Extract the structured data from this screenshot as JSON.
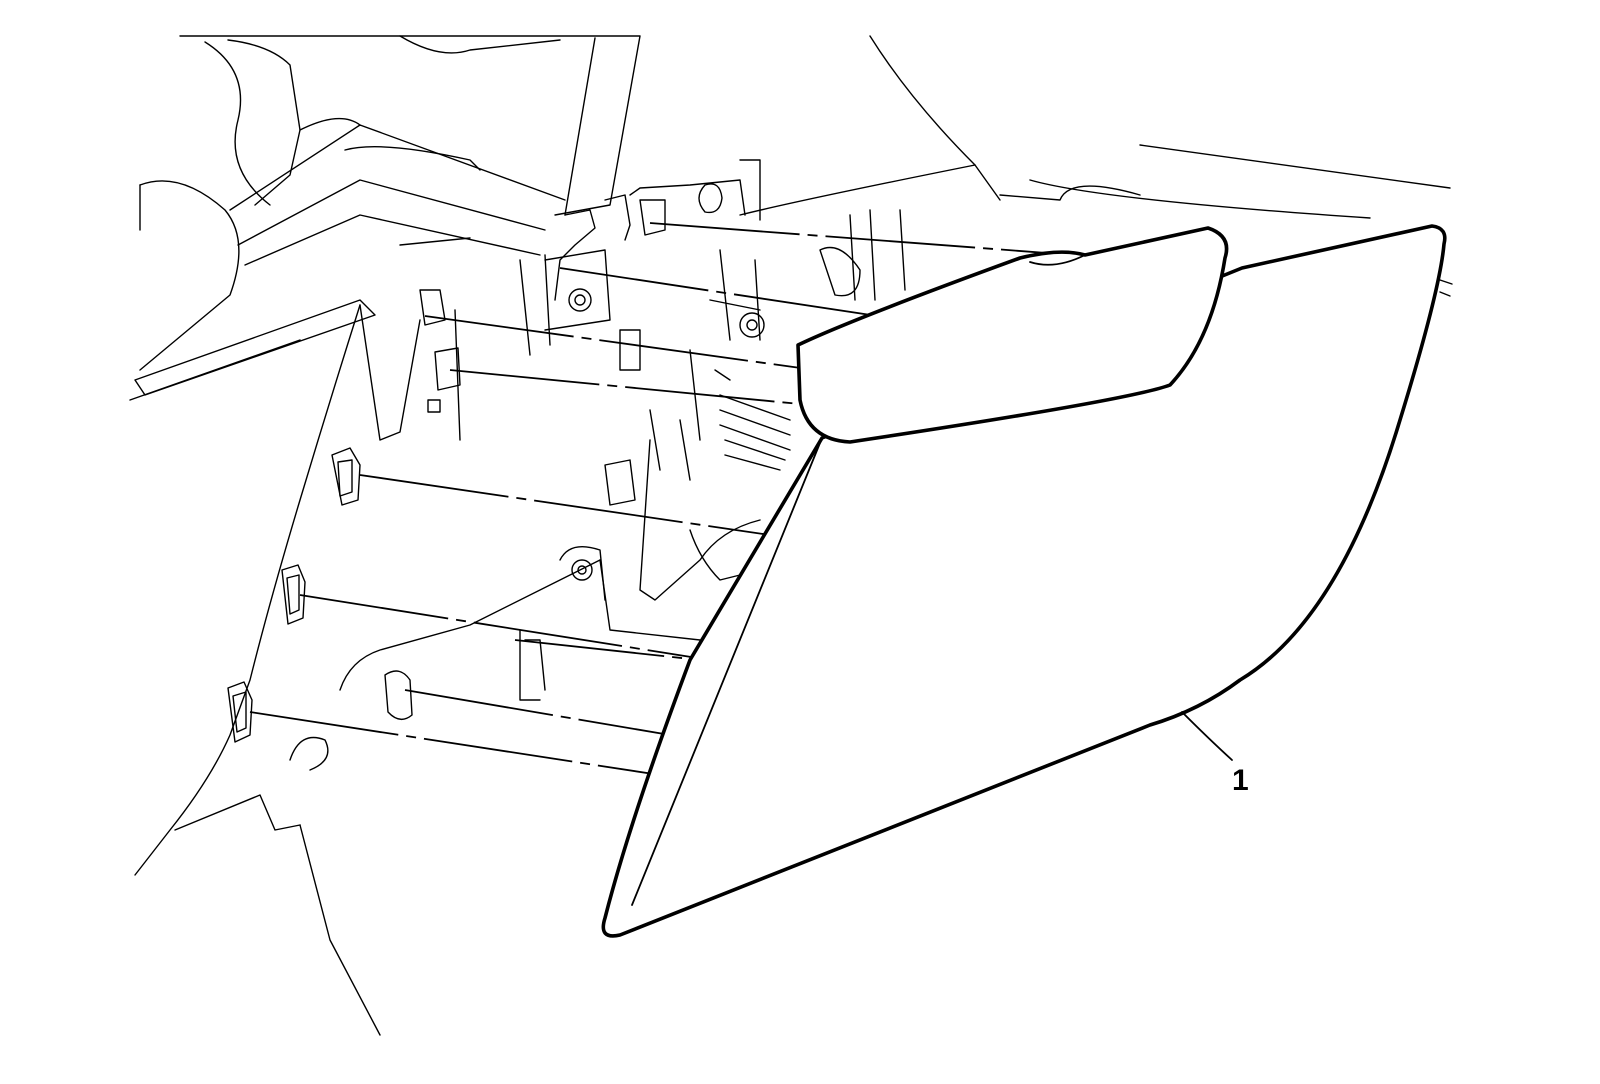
{
  "diagram": {
    "callouts": [
      {
        "id": "1",
        "label": "1",
        "part": "trim-panel"
      }
    ]
  },
  "colors": {
    "line": "#000000",
    "background": "#ffffff"
  }
}
